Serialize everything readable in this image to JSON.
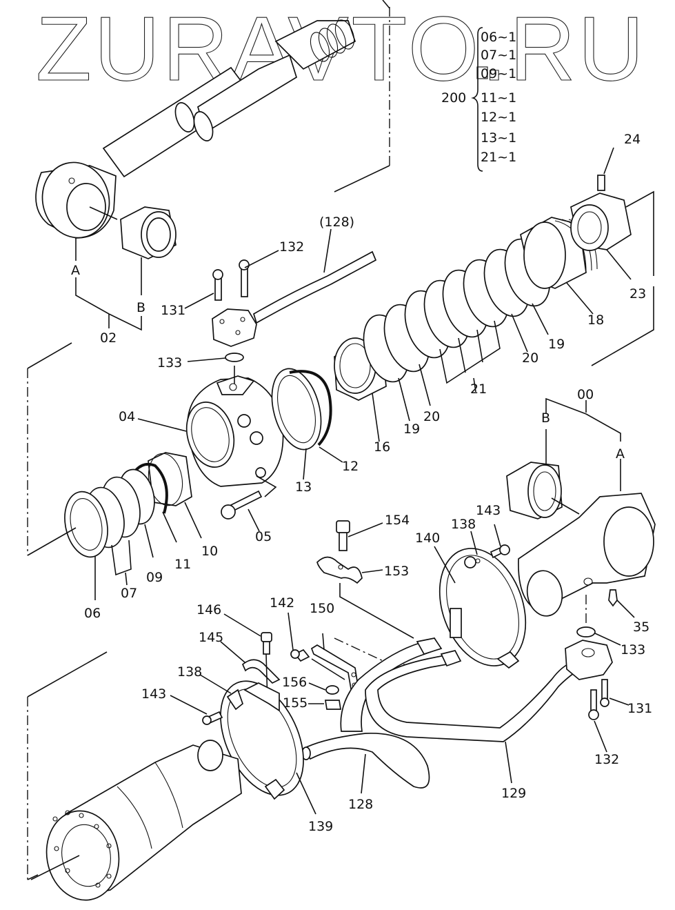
{
  "watermark": "ZURAVTO.RU",
  "kit": {
    "number": "200",
    "items": [
      "06~1",
      "07~1",
      "09~1",
      "11~1",
      "12~1",
      "13~1",
      "21~1"
    ]
  },
  "labels": {
    "p00": "00",
    "p02": "02",
    "p04": "04",
    "p05": "05",
    "p06": "06",
    "p07": "07",
    "p09": "09",
    "p10": "10",
    "p11": "11",
    "p12": "12",
    "p13": "13",
    "p16": "16",
    "p18": "18",
    "p19a": "19",
    "p19b": "19",
    "p20a": "20",
    "p20b": "20",
    "p21": "21",
    "p23": "23",
    "p24": "24",
    "p35": "35",
    "p128_ref": "(128)",
    "p128": "128",
    "p129": "129",
    "p131a": "131",
    "p131b": "131",
    "p132a": "132",
    "p132b": "132",
    "p133a": "133",
    "p133b": "133",
    "p138a": "138",
    "p138b": "138",
    "p139": "139",
    "p140": "140",
    "p142": "142",
    "p143a": "143",
    "p143b": "143",
    "p145": "145",
    "p146": "146",
    "p150": "150",
    "p153": "153",
    "p154": "154",
    "p155": "155",
    "p156": "156",
    "rodA": "A",
    "rodB": "B",
    "tubeA": "A",
    "tubeB": "B"
  }
}
